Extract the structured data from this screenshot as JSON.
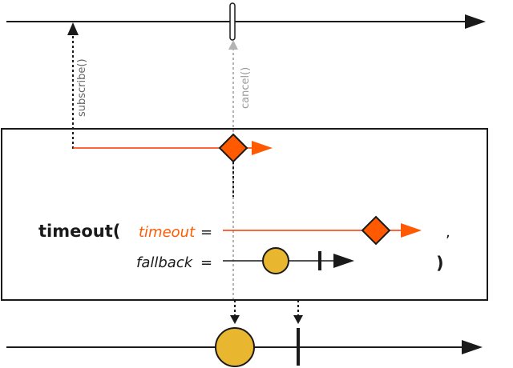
{
  "labels": {
    "subscribe": "subscribe()",
    "cancel": "cancel()",
    "operator": "timeout(",
    "timeout_param": "timeout",
    "timeout_eq": "=",
    "fallback_param": "fallback",
    "fallback_eq": "=",
    "comma": ",",
    "close_paren": ")"
  },
  "colors": {
    "timeout": "#ff5a00",
    "timeout_stroke": "#ff3300",
    "fallback_item": "#e9b62f",
    "line": "#1a1a1a",
    "cancel_arrow": "#b3b3b3"
  },
  "icons": {
    "timeout_item": "diamond",
    "fallback_item": "circle",
    "completion": "vertical-bar"
  }
}
